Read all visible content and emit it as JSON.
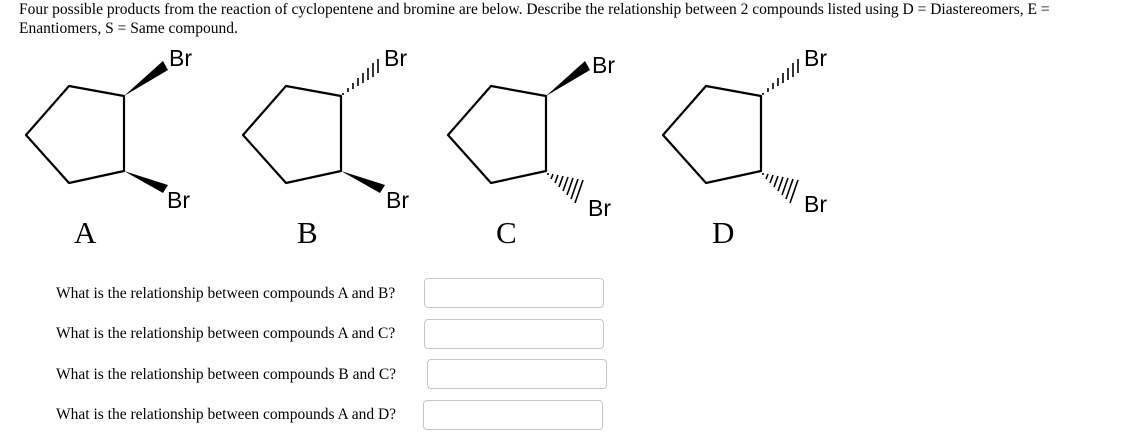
{
  "prompt": "Four possible products from the reaction of cyclopentene and bromine are below. Describe the relationship between 2 compounds listed using D = Diastereomers, E = Enantiomers, S = Same compound.",
  "molecules": [
    {
      "label": "A",
      "top_sub": "Br",
      "bottom_sub": "Br",
      "top_bond": "wedge",
      "bottom_bond": "wedge"
    },
    {
      "label": "B",
      "top_sub": "Br",
      "bottom_sub": "Br",
      "top_bond": "hash",
      "bottom_bond": "wedge"
    },
    {
      "label": "C",
      "top_sub": "Br",
      "bottom_sub": "Br",
      "top_bond": "wedge",
      "bottom_bond": "hash"
    },
    {
      "label": "D",
      "top_sub": "Br",
      "bottom_sub": "Br",
      "top_bond": "hash",
      "bottom_bond": "hash"
    }
  ],
  "questions": [
    {
      "text": "What is the relationship between compounds A and B?",
      "value": ""
    },
    {
      "text": "What is the relationship between compounds A and C?",
      "value": ""
    },
    {
      "text": "What is the relationship between compounds B and C?",
      "value": ""
    },
    {
      "text": "What is the relationship between compounds A and D?",
      "value": ""
    }
  ]
}
